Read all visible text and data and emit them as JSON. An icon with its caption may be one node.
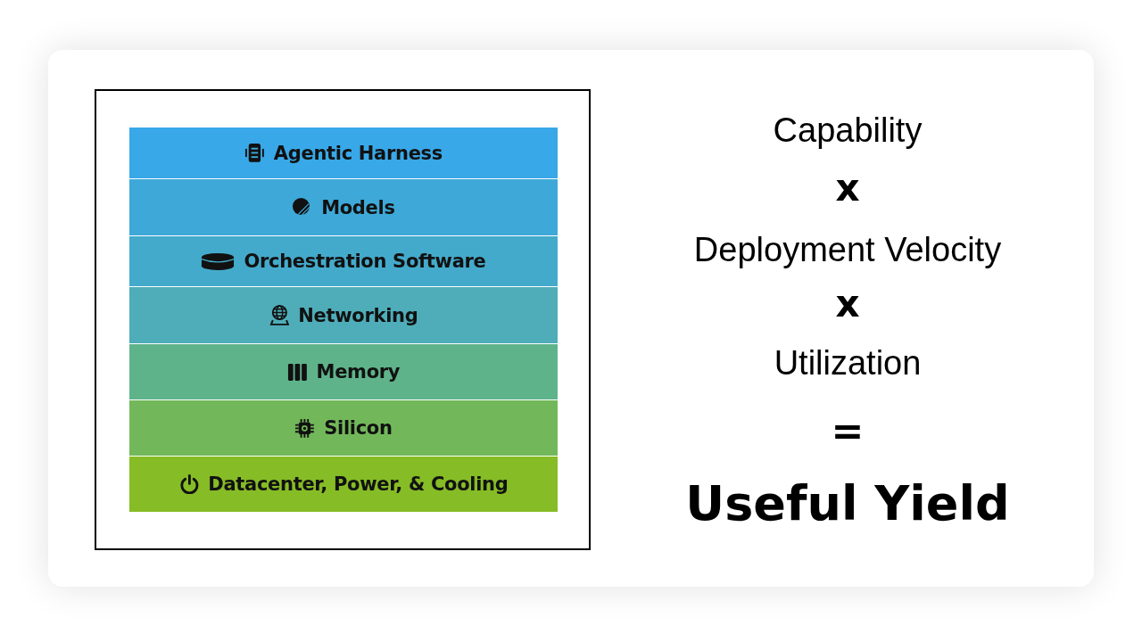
{
  "diagram": {
    "nodes": [
      {
        "text": [],
        "shape": "box"
      },
      {
        "text": [
          "Agentic Harness"
        ],
        "in": 0
      },
      {
        "text": [
          "Models"
        ],
        "in": 0
      },
      {
        "text": [
          "Orchestration Software"
        ],
        "in": 0
      },
      {
        "text": [
          "Networking"
        ],
        "in": 0
      },
      {
        "text": [
          "Memory"
        ],
        "in": 0
      },
      {
        "text": [
          "Silicon"
        ],
        "in": 0
      },
      {
        "text": [
          "Datacenter, Power, & Cooling"
        ],
        "in": 0
      }
    ],
    "edges": [],
    "labels": [
      "Capability",
      "x",
      "Deployment Velocity",
      "x",
      "Utilization",
      "=",
      "Useful Yield"
    ]
  }
}
